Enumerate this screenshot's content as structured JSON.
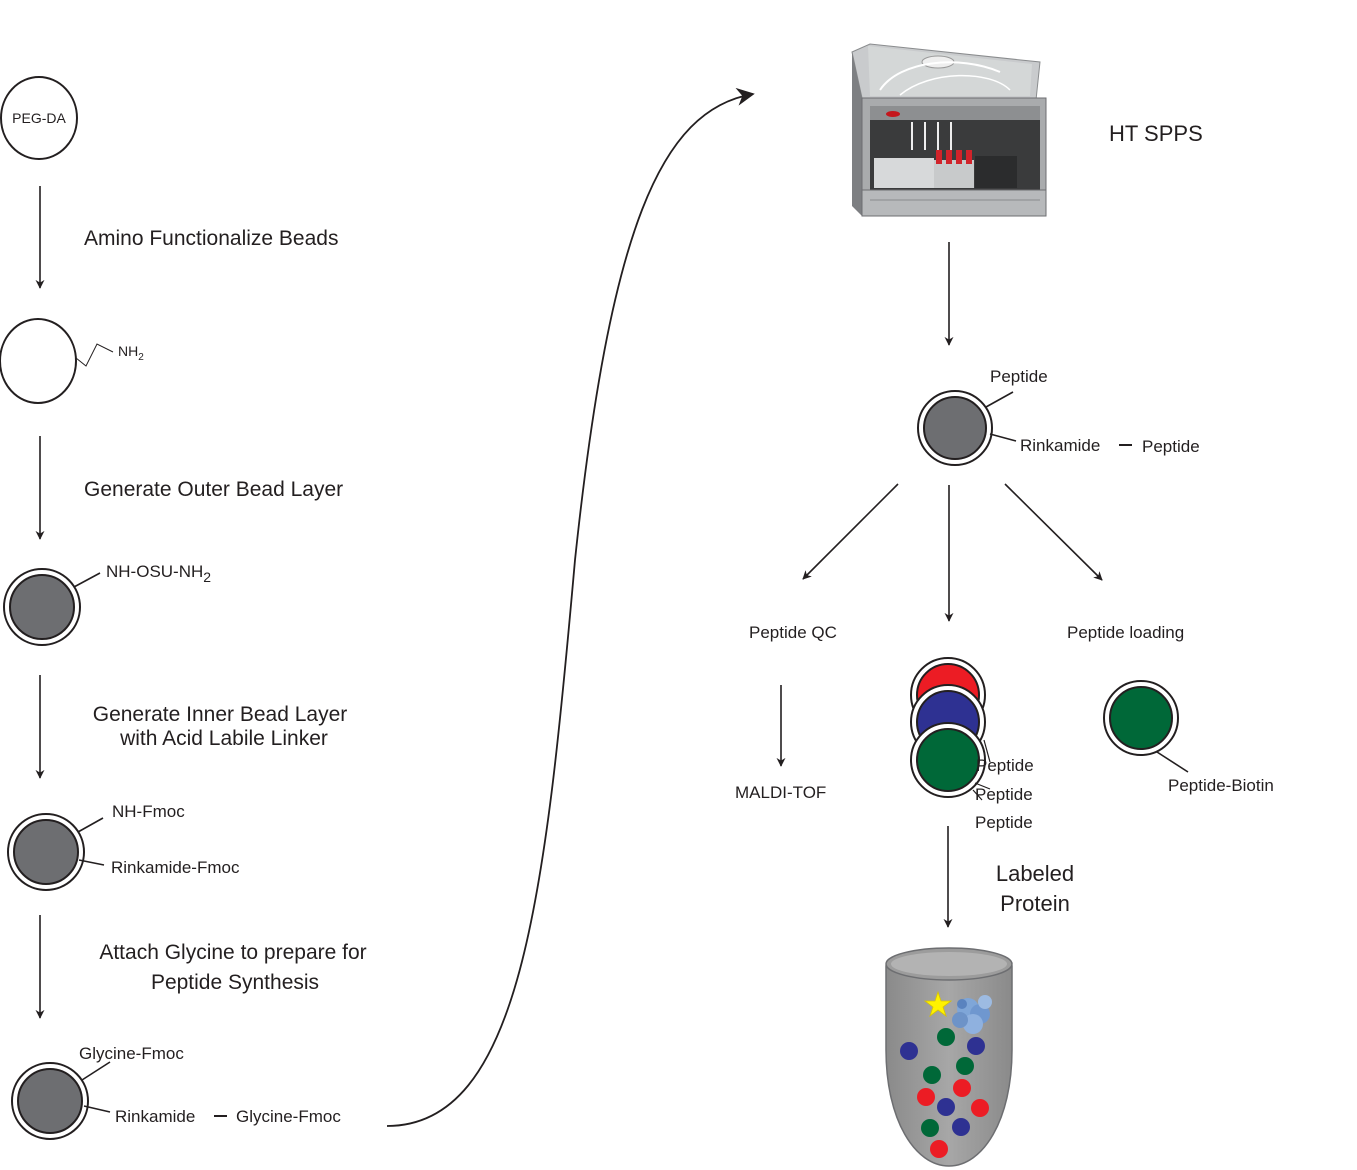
{
  "left": {
    "bead1_label": "PEG-DA",
    "step1": "Amino Functionalize Beads",
    "bead2_label": "NH",
    "bead2_sub": "2",
    "step2": "Generate Outer Bead Layer",
    "bead3_label": "NH-OSU-NH",
    "bead3_sub": "2",
    "step3_line1": "Generate Inner Bead Layer",
    "step3_line2": "with Acid Labile Linker",
    "bead4_label_top": "NH-Fmoc",
    "bead4_label_bottom": "Rinkamide-Fmoc",
    "step4_line1": "Attach Glycine to prepare for",
    "step4_line2": "Peptide Synthesis",
    "bead5_label_top": "Glycine-Fmoc",
    "bead5_label_bottom_a": "Rinkamide",
    "bead5_label_bottom_b": "Glycine-Fmoc"
  },
  "right": {
    "instrument_label": "HT SPPS",
    "bead_top_label": "Peptide",
    "bead_bottom_a": "Rinkamide",
    "bead_bottom_b": "Peptide",
    "branch_left": "Peptide QC",
    "branch_right": "Peptide loading",
    "qc_result": "MALDI-TOF",
    "stack_labels": [
      "Peptide",
      "Peptide",
      "Peptide"
    ],
    "biotin_label": "Peptide-Biotin",
    "protein_line1": "Labeled",
    "protein_line2": "Protein"
  },
  "colors": {
    "bead_gray": "#6d6e71",
    "bead_red": "#ec1c24",
    "bead_blue": "#2e3192",
    "bead_green": "#006838",
    "tube_gray": "#9a9a9a",
    "star": "#fff200",
    "protein": "#7fa6d8"
  }
}
